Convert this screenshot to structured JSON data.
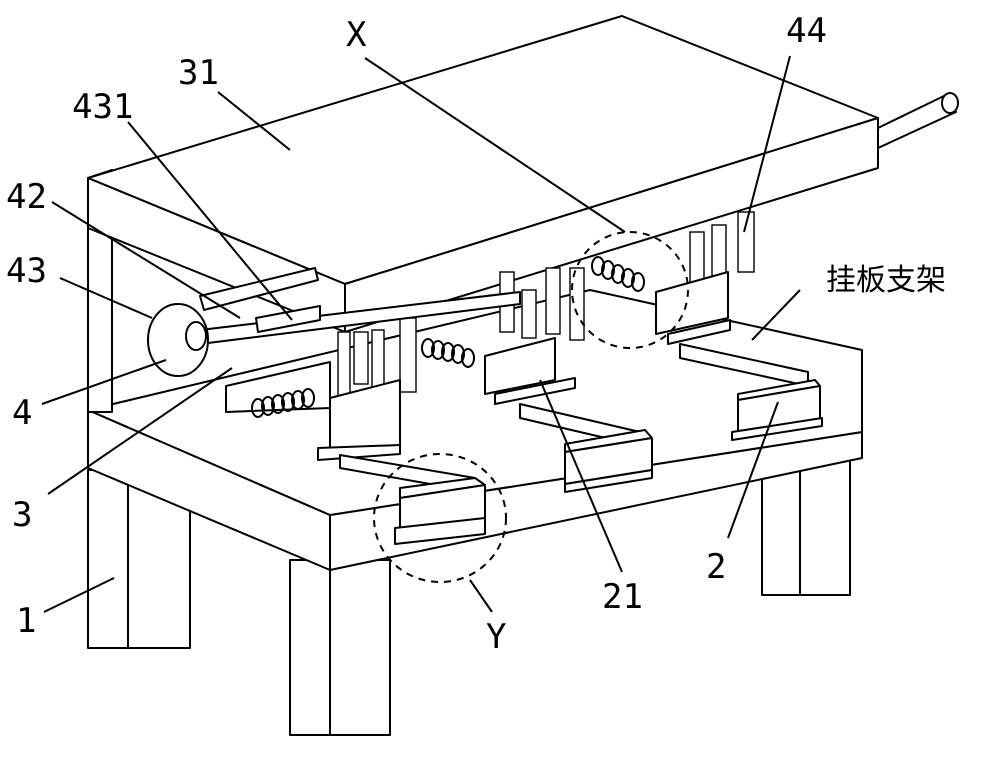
{
  "labels": {
    "x": "X",
    "n31": "31",
    "n431": "431",
    "n42": "42",
    "n43": "43",
    "n4": "4",
    "n3": "3",
    "n1": "1",
    "y": "Y",
    "n21": "21",
    "n2": "2",
    "n44": "44",
    "bracket": "挂板支架"
  }
}
